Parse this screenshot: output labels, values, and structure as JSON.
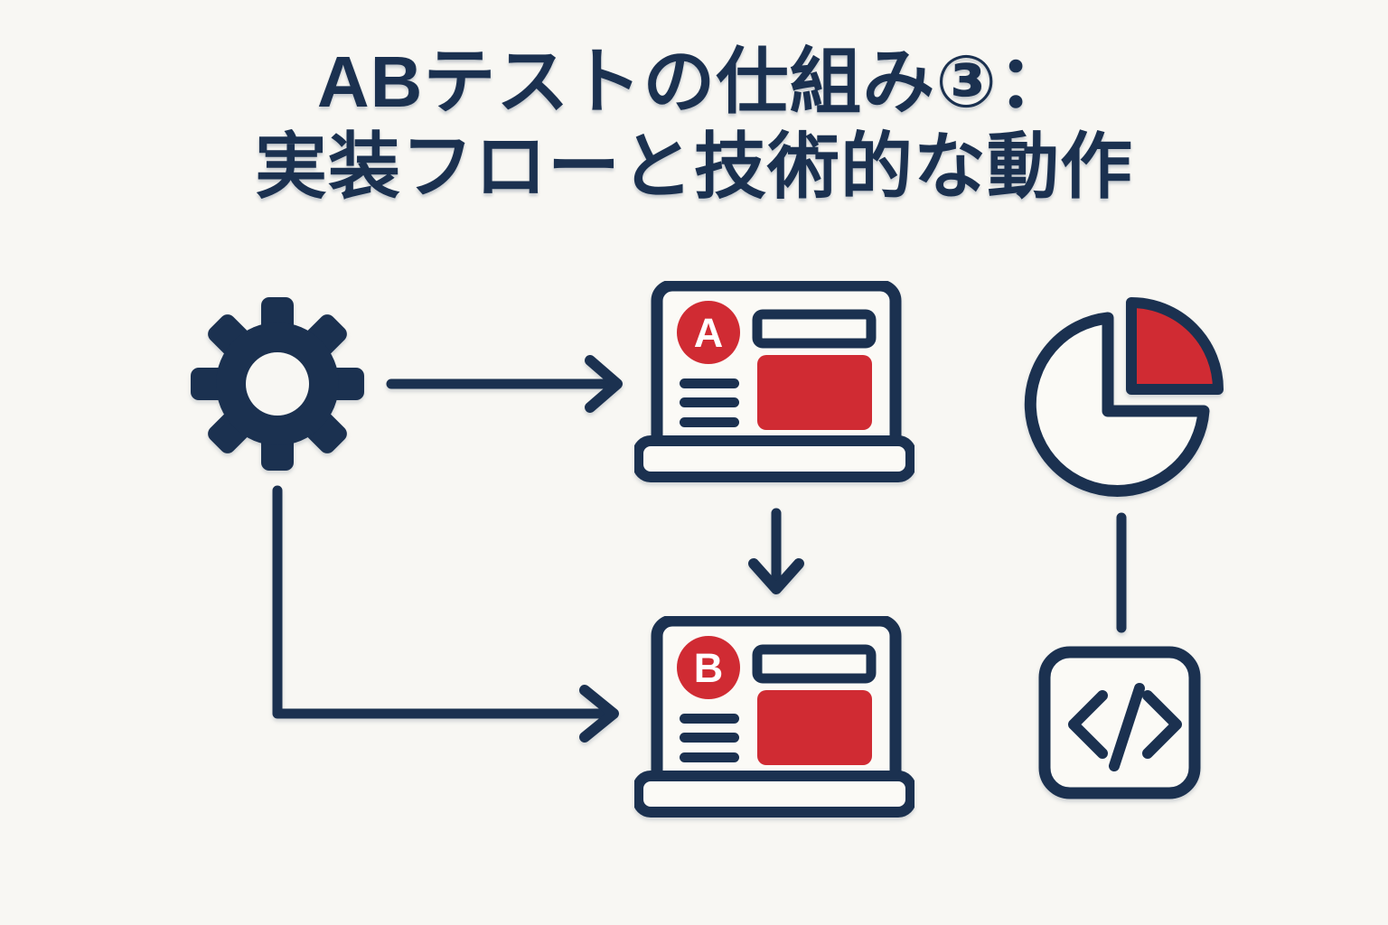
{
  "colors": {
    "background": "#f8f7f3",
    "navy": "#1b3150",
    "red": "#d02b33",
    "white": "#ffffff",
    "icon_fill": "#fbfaf6"
  },
  "title": {
    "line1": "ABテストの仕組み③：",
    "line2": "実装フローと技術的な動作"
  },
  "diagram": {
    "badges": {
      "a": "A",
      "b": "B"
    },
    "icons": {
      "gear": "gear-icon",
      "laptop_a": "laptop-browser-variant-a-icon",
      "laptop_b": "laptop-browser-variant-b-icon",
      "pie": "pie-chart-icon",
      "code": "code-block-icon"
    },
    "code_glyph": "</>"
  }
}
